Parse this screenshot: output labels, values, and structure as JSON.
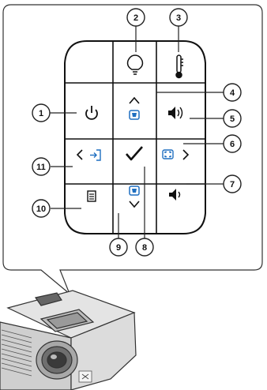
{
  "callouts": [
    {
      "id": "callout-1",
      "label": "1"
    },
    {
      "id": "callout-2",
      "label": "2"
    },
    {
      "id": "callout-3",
      "label": "3"
    },
    {
      "id": "callout-4",
      "label": "4"
    },
    {
      "id": "callout-5",
      "label": "5"
    },
    {
      "id": "callout-6",
      "label": "6"
    },
    {
      "id": "callout-7",
      "label": "7"
    },
    {
      "id": "callout-8",
      "label": "8"
    },
    {
      "id": "callout-9",
      "label": "9"
    },
    {
      "id": "callout-10",
      "label": "10"
    },
    {
      "id": "callout-11",
      "label": "11"
    }
  ],
  "keys": {
    "lamp_icon": "lamp-indicator-icon",
    "temp_icon": "temperature-indicator-icon",
    "power_icon": "power-icon",
    "up_icon": "up-arrow-icon",
    "down_icon": "down-arrow-icon",
    "left_icon": "left-arrow-icon",
    "right_icon": "right-arrow-icon",
    "enter_icon": "check-enter-icon",
    "source_icon": "source-icon",
    "auto_sync_icon": "auto-sync-icon",
    "volume_up_icon": "volume-up-icon",
    "volume_down_icon": "volume-down-icon",
    "menu_icon": "menu-icon",
    "keystone_up_icon": "keystone-up-icon",
    "keystone_down_icon": "keystone-down-icon"
  },
  "colors": {
    "outline": "#111111",
    "key_blue": "#1f6fc0",
    "panel_border": "#333333"
  }
}
